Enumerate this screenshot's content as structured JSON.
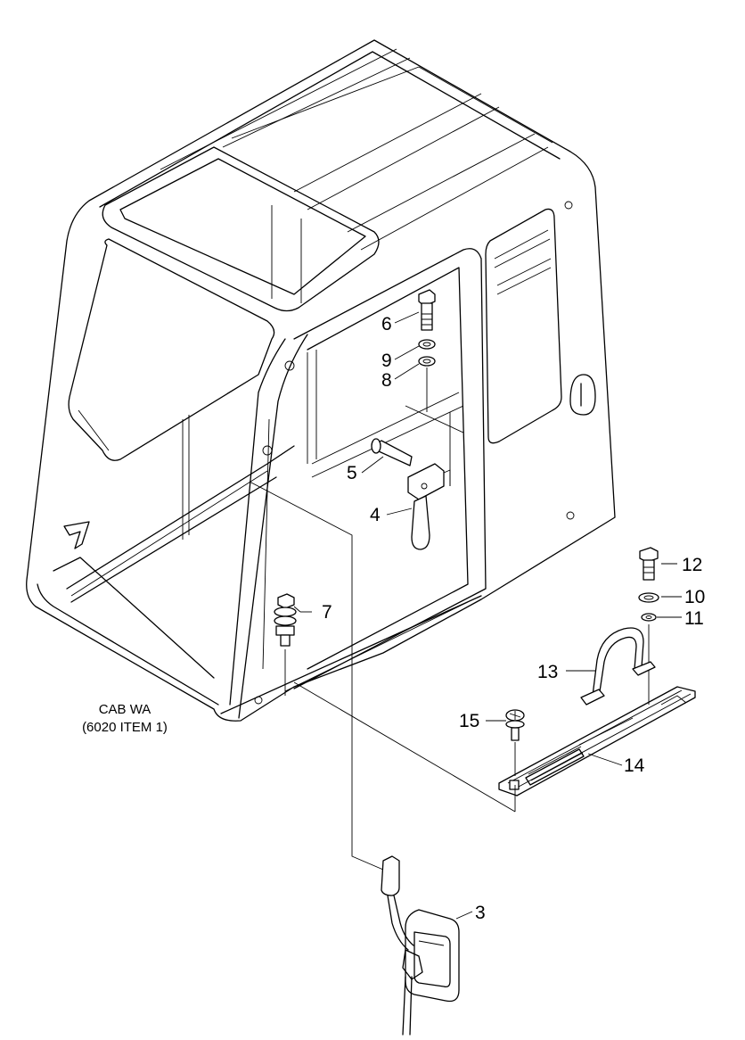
{
  "caption": {
    "line1": "CAB WA",
    "line2": "(6020 ITEM  1)"
  },
  "callouts": [
    {
      "id": "callout-3",
      "label": "3"
    },
    {
      "id": "callout-4",
      "label": "4"
    },
    {
      "id": "callout-5",
      "label": "5"
    },
    {
      "id": "callout-6",
      "label": "6"
    },
    {
      "id": "callout-7",
      "label": "7"
    },
    {
      "id": "callout-8",
      "label": "8"
    },
    {
      "id": "callout-9",
      "label": "9"
    },
    {
      "id": "callout-10",
      "label": "10"
    },
    {
      "id": "callout-11",
      "label": "11"
    },
    {
      "id": "callout-12",
      "label": "12"
    },
    {
      "id": "callout-13",
      "label": "13"
    },
    {
      "id": "callout-14",
      "label": "14"
    },
    {
      "id": "callout-15",
      "label": "15"
    }
  ]
}
